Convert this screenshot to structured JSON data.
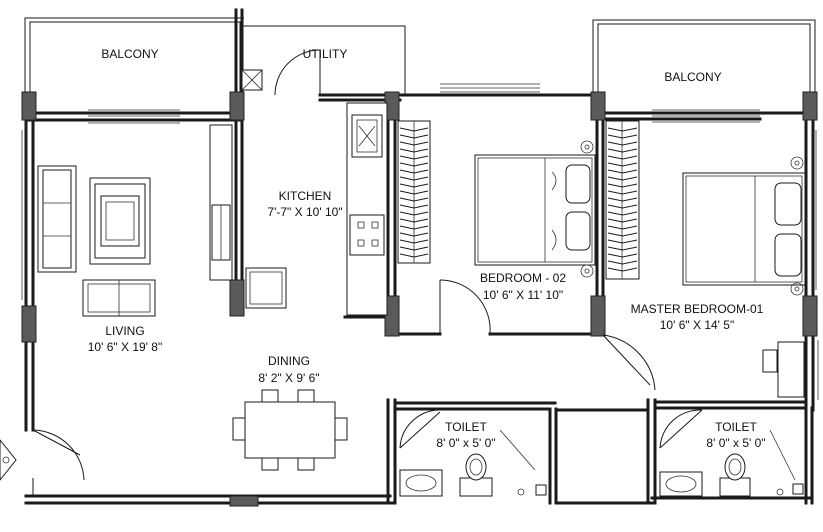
{
  "rooms": {
    "balcony_left": {
      "name": "BALCONY"
    },
    "utility": {
      "name": "UTILITY"
    },
    "balcony_right": {
      "name": "BALCONY"
    },
    "kitchen": {
      "name": "KITCHEN",
      "size": "7'-7\" X 10' 10\""
    },
    "living": {
      "name": "LIVING",
      "size": "10' 6\" X 19' 8\""
    },
    "bedroom2": {
      "name": "BEDROOM - 02",
      "size": "10' 6\" X 11' 10\""
    },
    "master": {
      "name": "MASTER BEDROOM-01",
      "size": "10' 6\" X 14' 5\""
    },
    "dining": {
      "name": "DINING",
      "size": "8' 2\" X 9' 6\""
    },
    "toilet1": {
      "name": "TOILET",
      "size": "8' 0\" x 5' 0\""
    },
    "toilet2": {
      "name": "TOILET",
      "size": "8' 0\" x 5' 0\""
    }
  }
}
